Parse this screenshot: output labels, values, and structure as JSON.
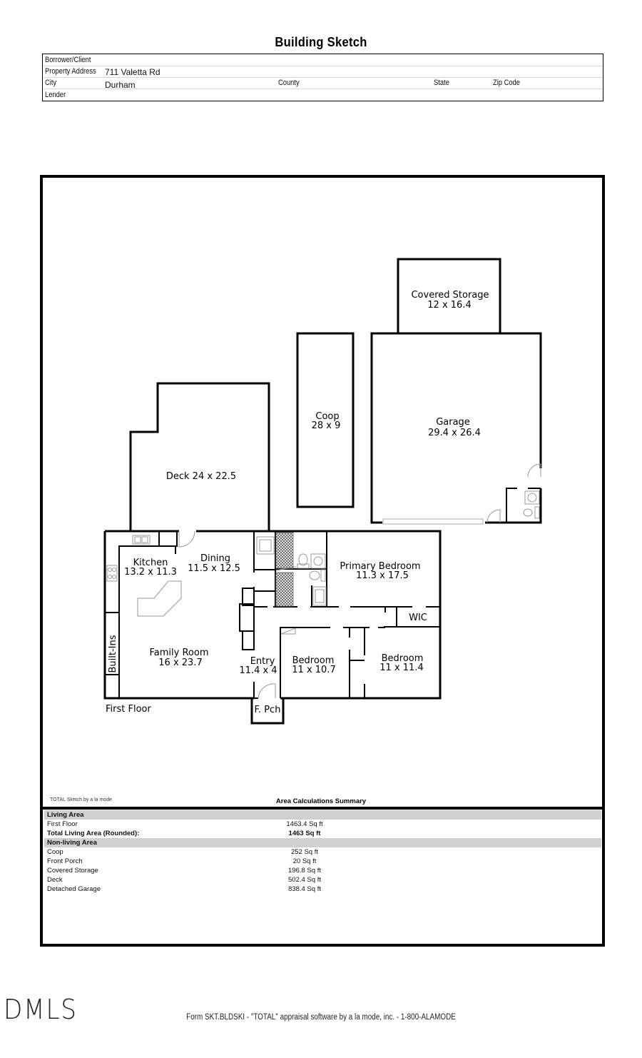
{
  "document": {
    "title": "Building Sketch"
  },
  "info": {
    "borrower_label": "Borrower/Client",
    "borrower_value": "",
    "address_label": "Property Address",
    "address_value": "711 Valetta Rd",
    "city_label": "City",
    "city_value": "Durham",
    "county_label": "County",
    "state_label": "State",
    "zip_label": "Zip Code",
    "lender_label": "Lender"
  },
  "sketch": {
    "floor_label": "First Floor",
    "rooms": {
      "covered_storage": {
        "name": "Covered Storage",
        "dims": "12 x 16.4"
      },
      "coop": {
        "name": "Coop",
        "dims": "28 x 9"
      },
      "garage": {
        "name": "Garage",
        "dims": "29.4 x 26.4"
      },
      "deck": {
        "name": "Deck 24 x 22.5"
      },
      "kitchen": {
        "name": "Kitchen",
        "dims": "13.2 x 11.3"
      },
      "dining": {
        "name": "Dining",
        "dims": "11.5 x 12.5"
      },
      "primary_bedroom": {
        "name": "Primary Bedroom",
        "dims": "11.3 x 17.5"
      },
      "wic": {
        "name": "WIC"
      },
      "family_room": {
        "name": "Family Room",
        "dims": "16 x 23.7"
      },
      "entry": {
        "name": "Entry",
        "dims": "11.4 x 4"
      },
      "bedroom_1": {
        "name": "Bedroom",
        "dims": "11 x 10.7"
      },
      "bedroom_2": {
        "name": "Bedroom",
        "dims": "11 x 11.4"
      },
      "built_ins": {
        "name": "Built-Ins"
      },
      "front_porch": {
        "name": "F. Pch"
      }
    }
  },
  "summary": {
    "credit": "TOTAL Sketch by a la mode",
    "title": "Area Calculations Summary",
    "living_header": "Living Area",
    "living_rows": [
      {
        "label": "First Floor",
        "value": "1463.4 Sq ft"
      }
    ],
    "total_label": "Total Living Area (Rounded):",
    "total_value": "1463 Sq ft",
    "nonliving_header": "Non-living Area",
    "nonliving_rows": [
      {
        "label": "Coop",
        "value": "252 Sq ft"
      },
      {
        "label": "Front Porch",
        "value": "20 Sq ft"
      },
      {
        "label": "Covered Storage",
        "value": "196.8 Sq ft"
      },
      {
        "label": "Deck",
        "value": "502.4 Sq ft"
      },
      {
        "label": "Detached Garage",
        "value": "838.4 Sq ft"
      }
    ]
  },
  "footer": {
    "logo": "DMLS",
    "form_text": "Form SKT.BLDSKI - \"TOTAL\" appraisal software by a la mode, inc. - 1-800-ALAMODE"
  }
}
